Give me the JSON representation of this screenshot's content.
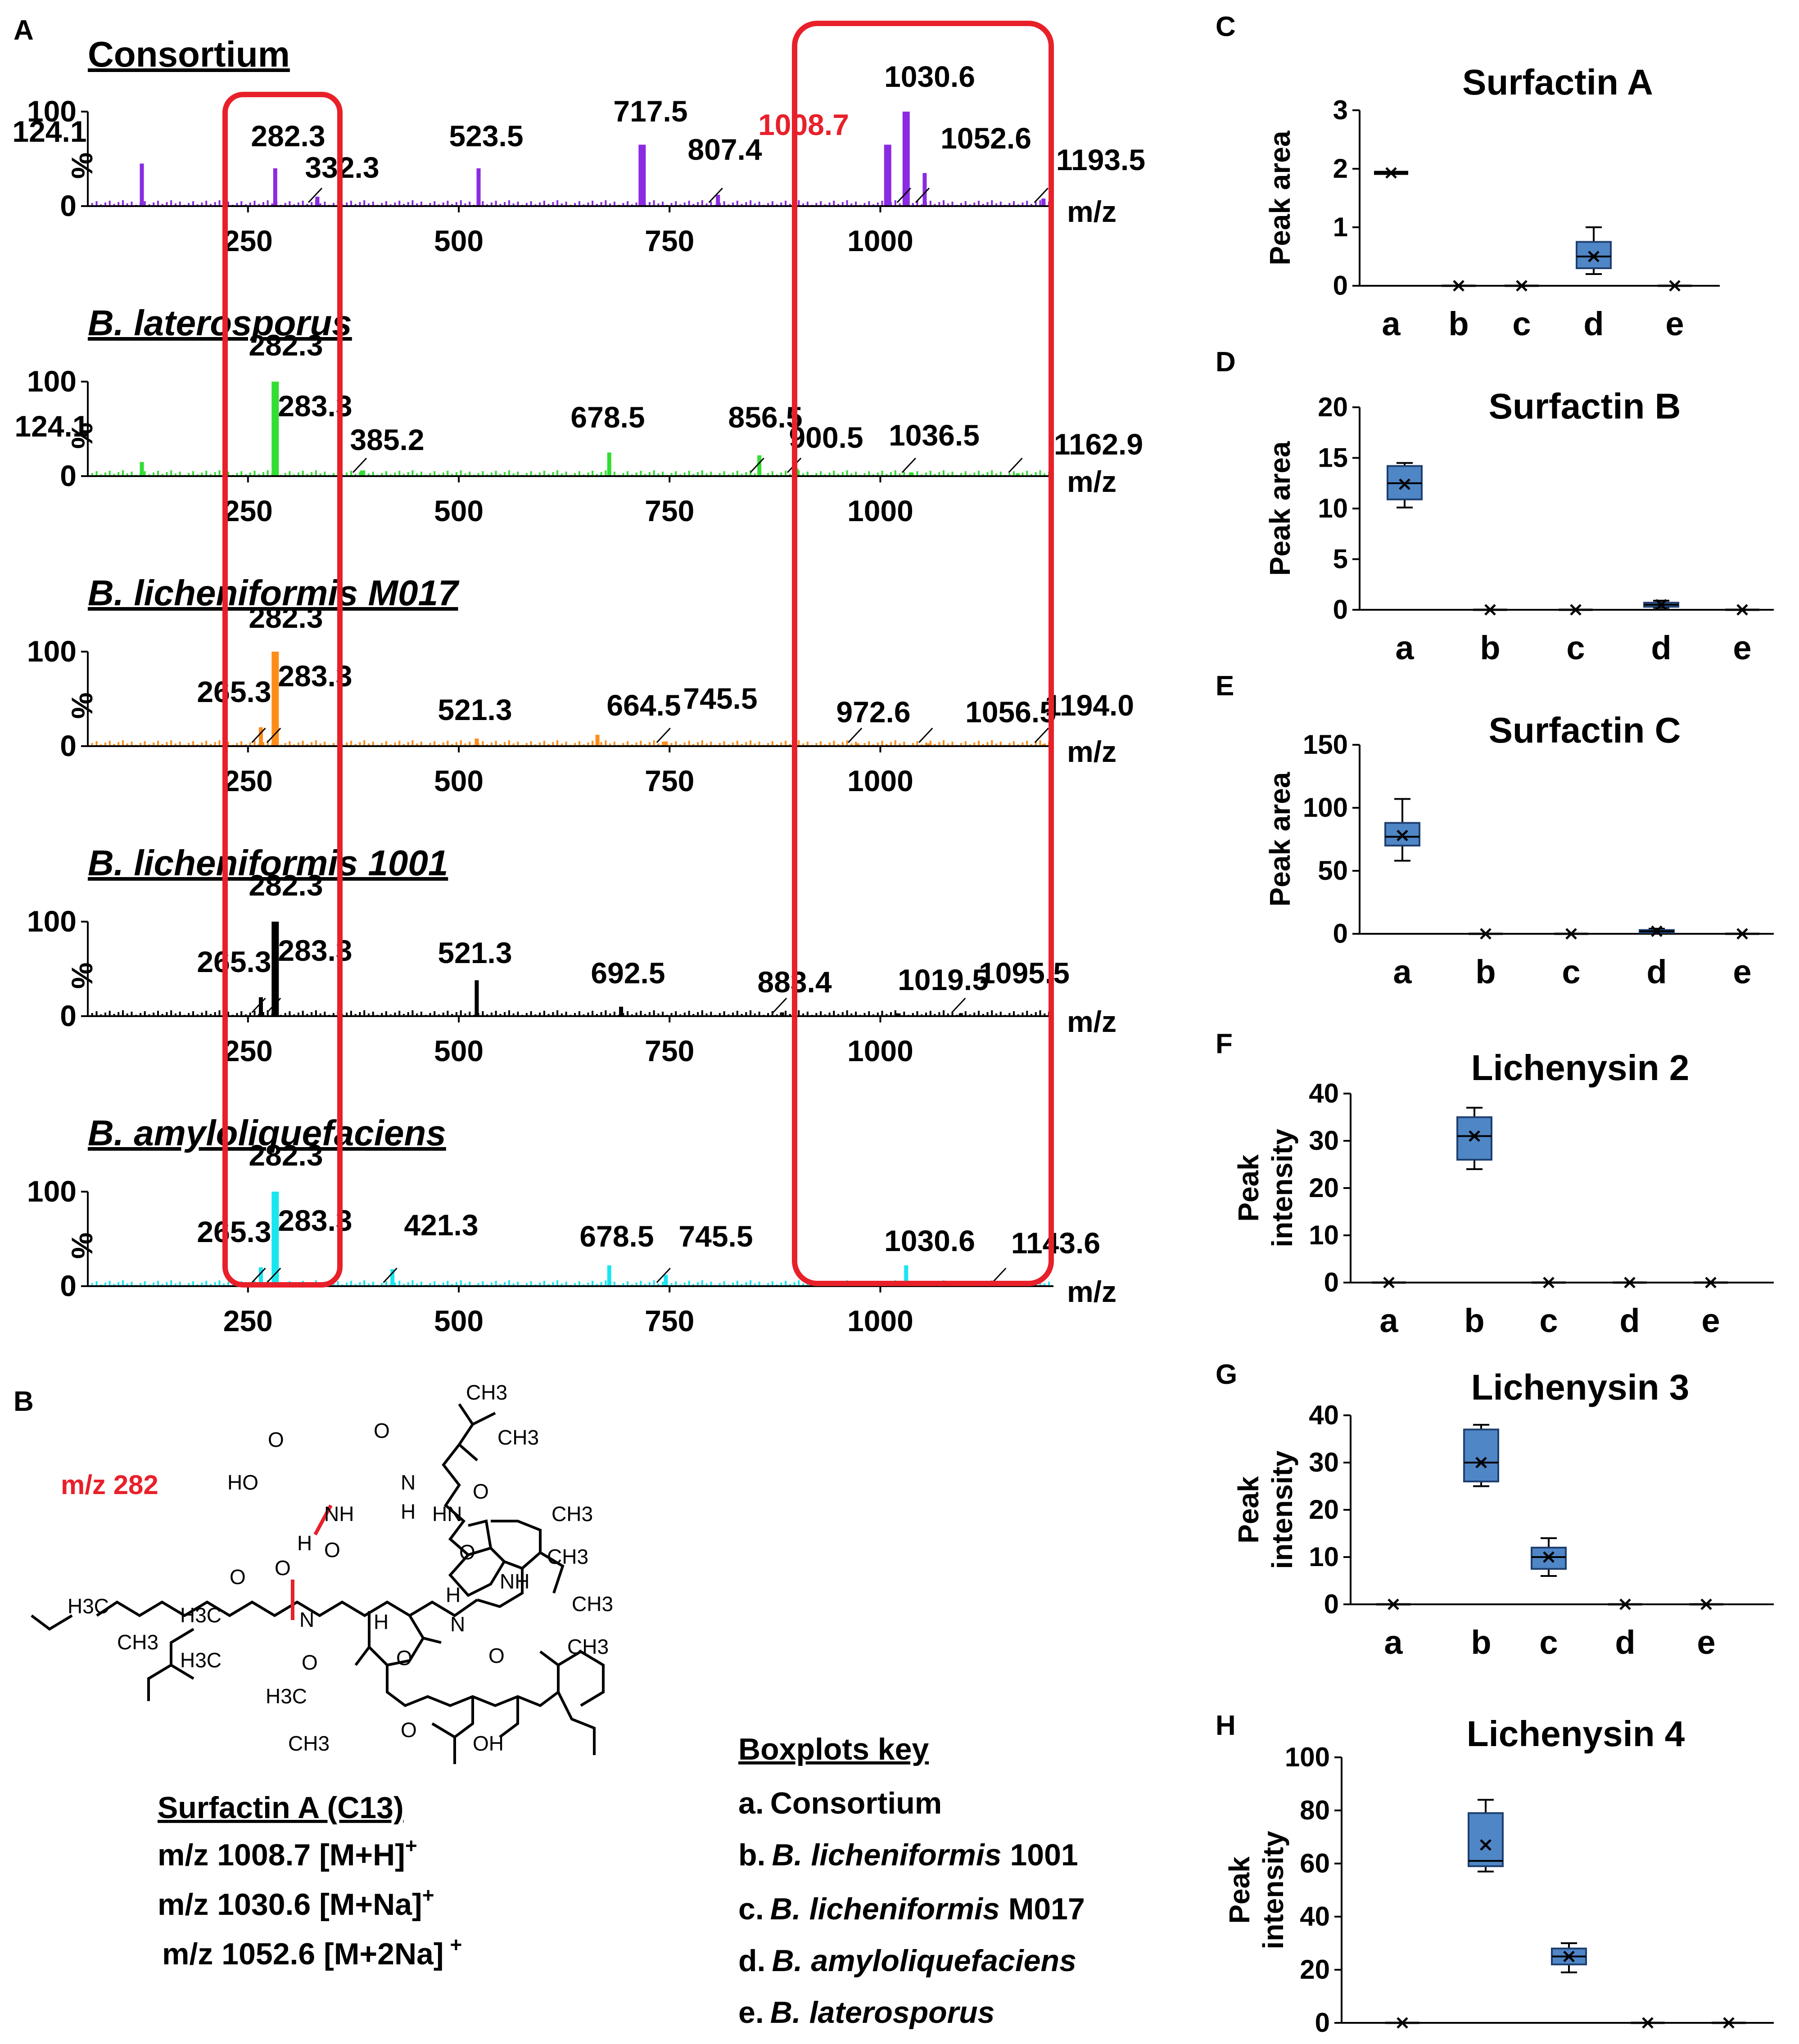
{
  "panel_letters": {
    "a": "A",
    "b": "B",
    "c": "C",
    "d": "D",
    "e": "E",
    "f": "F",
    "g": "G",
    "h": "H"
  },
  "colors": {
    "consortium": "#8a2be2",
    "laterosporus": "#33dd33",
    "m017": "#ff8c1a",
    "b1001": "#000000",
    "amylo": "#19e6f0",
    "highlight_box": "#e8202a",
    "box_fill": "#4f86c6",
    "box_edge": "#1f3f6f",
    "red_label": "#e8202a"
  },
  "chart_data": [
    {
      "type": "bar",
      "id": "consortium",
      "title": "Consortium",
      "xlabel": "m/z",
      "ylabel": "%",
      "xlim": [
        60,
        1200
      ],
      "ylim": [
        0,
        100
      ],
      "xticks": [
        250,
        500,
        750,
        1000
      ],
      "yticks": [
        0,
        100
      ],
      "peaks": [
        [
          124.1,
          45
        ],
        [
          282.3,
          40
        ],
        [
          332.3,
          10
        ],
        [
          523.5,
          40
        ],
        [
          717.5,
          65
        ],
        [
          807.4,
          12
        ],
        [
          1008.7,
          65
        ],
        [
          1030.6,
          100
        ],
        [
          1052.6,
          35
        ],
        [
          1193.5,
          8
        ]
      ],
      "labels": [
        {
          "x": 124.1,
          "text": "124.1"
        },
        {
          "x": 282.3,
          "text": "282.3"
        },
        {
          "x": 332.3,
          "text": "332.3"
        },
        {
          "x": 523.5,
          "text": "523.5"
        },
        {
          "x": 717.5,
          "text": "717.5"
        },
        {
          "x": 807.4,
          "text": "807.4"
        },
        {
          "x": 1008.7,
          "text": "1008.7",
          "color": "red"
        },
        {
          "x": 1030.6,
          "text": "1030.6"
        },
        {
          "x": 1052.6,
          "text": "1052.6"
        },
        {
          "x": 1193.5,
          "text": "1193.5"
        }
      ]
    },
    {
      "type": "bar",
      "id": "laterosporus",
      "title": "B. laterosporus",
      "xlabel": "m/z",
      "ylabel": "%",
      "xlim": [
        60,
        1200
      ],
      "ylim": [
        0,
        100
      ],
      "xticks": [
        250,
        500,
        750,
        1000
      ],
      "yticks": [
        0,
        100
      ],
      "peaks": [
        [
          124.1,
          15
        ],
        [
          282.3,
          100
        ],
        [
          283.3,
          30
        ],
        [
          385.2,
          6
        ],
        [
          678.5,
          25
        ],
        [
          856.5,
          22
        ],
        [
          900.5,
          8
        ],
        [
          1036.5,
          4
        ],
        [
          1162.9,
          3
        ]
      ],
      "labels": [
        {
          "x": 124.1,
          "text": "124.1"
        },
        {
          "x": 282.3,
          "text": "282.3"
        },
        {
          "x": 283.3,
          "text": "283.3"
        },
        {
          "x": 385.2,
          "text": "385.2"
        },
        {
          "x": 678.5,
          "text": "678.5"
        },
        {
          "x": 856.5,
          "text": "856.5"
        },
        {
          "x": 900.5,
          "text": "900.5"
        },
        {
          "x": 1036.5,
          "text": "1036.5"
        },
        {
          "x": 1162.9,
          "text": "1162.9"
        }
      ]
    },
    {
      "type": "bar",
      "id": "m017",
      "title": "B. licheniformis M017",
      "xlabel": "m/z",
      "ylabel": "%",
      "xlim": [
        60,
        1200
      ],
      "ylim": [
        0,
        100
      ],
      "xticks": [
        250,
        500,
        750,
        1000
      ],
      "yticks": [
        0,
        100
      ],
      "peaks": [
        [
          265.3,
          20
        ],
        [
          282.3,
          100
        ],
        [
          283.3,
          30
        ],
        [
          521.3,
          8
        ],
        [
          664.5,
          12
        ],
        [
          745.5,
          5
        ],
        [
          972.6,
          3
        ],
        [
          1056.5,
          3
        ],
        [
          1194.0,
          2
        ]
      ],
      "labels": [
        {
          "x": 265.3,
          "text": "265.3"
        },
        {
          "x": 282.3,
          "text": "282.3"
        },
        {
          "x": 283.3,
          "text": "283.3"
        },
        {
          "x": 521.3,
          "text": "521.3"
        },
        {
          "x": 664.5,
          "text": "664.5"
        },
        {
          "x": 745.5,
          "text": "745.5"
        },
        {
          "x": 972.6,
          "text": "972.6"
        },
        {
          "x": 1056.5,
          "text": "1056.5"
        },
        {
          "x": 1194.0,
          "text": "1194.0"
        }
      ]
    },
    {
      "type": "bar",
      "id": "b1001",
      "title": "B. licheniformis 1001",
      "xlabel": "m/z",
      "ylabel": "%",
      "xlim": [
        60,
        1200
      ],
      "ylim": [
        0,
        100
      ],
      "xticks": [
        250,
        500,
        750,
        1000
      ],
      "yticks": [
        0,
        100
      ],
      "peaks": [
        [
          265.3,
          20
        ],
        [
          282.3,
          100
        ],
        [
          283.3,
          30
        ],
        [
          521.3,
          38
        ],
        [
          692.5,
          10
        ],
        [
          883.4,
          4
        ],
        [
          1019.5,
          3
        ],
        [
          1095.5,
          3
        ]
      ],
      "labels": [
        {
          "x": 265.3,
          "text": "265.3"
        },
        {
          "x": 282.3,
          "text": "282.3"
        },
        {
          "x": 283.3,
          "text": "283.3"
        },
        {
          "x": 521.3,
          "text": "521.3"
        },
        {
          "x": 692.5,
          "text": "692.5"
        },
        {
          "x": 883.4,
          "text": "883.4"
        },
        {
          "x": 1019.5,
          "text": "1019.5"
        },
        {
          "x": 1095.5,
          "text": "1095.5"
        }
      ]
    },
    {
      "type": "bar",
      "id": "amylo",
      "title": "B. amyloliquefaciens",
      "xlabel": "m/z",
      "ylabel": "%",
      "xlim": [
        60,
        1200
      ],
      "ylim": [
        0,
        100
      ],
      "xticks": [
        250,
        500,
        750,
        1000
      ],
      "yticks": [
        0,
        100
      ],
      "peaks": [
        [
          265.3,
          20
        ],
        [
          282.3,
          100
        ],
        [
          283.3,
          25
        ],
        [
          421.3,
          18
        ],
        [
          678.5,
          22
        ],
        [
          745.5,
          12
        ],
        [
          1030.6,
          22
        ],
        [
          1143.6,
          4
        ]
      ],
      "labels": [
        {
          "x": 265.3,
          "text": "265.3"
        },
        {
          "x": 282.3,
          "text": "282.3"
        },
        {
          "x": 283.3,
          "text": "283.3"
        },
        {
          "x": 421.3,
          "text": "421.3"
        },
        {
          "x": 678.5,
          "text": "678.5"
        },
        {
          "x": 745.5,
          "text": "745.5"
        },
        {
          "x": 1030.6,
          "text": "1030.6"
        },
        {
          "x": 1143.6,
          "text": "1143.6"
        }
      ]
    },
    {
      "type": "box",
      "id": "surfactin-a",
      "title": "Surfactin A",
      "ylabel": "Peak area",
      "categories": [
        "a",
        "b",
        "c",
        "d",
        "e"
      ],
      "ylim": [
        0,
        3
      ],
      "yticks": [
        0,
        1,
        2,
        3
      ],
      "boxes": [
        {
          "min": 1.93,
          "q1": 1.93,
          "median": 1.93,
          "q3": 1.93,
          "max": 1.93,
          "mean": 1.93
        },
        {
          "min": 0,
          "q1": 0,
          "median": 0,
          "q3": 0,
          "max": 0,
          "mean": 0
        },
        {
          "min": 0,
          "q1": 0,
          "median": 0,
          "q3": 0,
          "max": 0,
          "mean": 0
        },
        {
          "min": 0.2,
          "q1": 0.3,
          "median": 0.5,
          "q3": 0.75,
          "max": 1.0,
          "mean": 0.5
        },
        {
          "min": 0,
          "q1": 0,
          "median": 0,
          "q3": 0,
          "max": 0,
          "mean": 0
        }
      ]
    },
    {
      "type": "box",
      "id": "surfactin-b",
      "title": "Surfactin B",
      "ylabel": "Peak area",
      "categories": [
        "a",
        "b",
        "c",
        "d",
        "e"
      ],
      "ylim": [
        0,
        20
      ],
      "yticks": [
        0,
        5,
        10,
        15,
        20
      ],
      "boxes": [
        {
          "min": 10.1,
          "q1": 10.9,
          "median": 12.5,
          "q3": 14.2,
          "max": 14.5,
          "mean": 12.4
        },
        {
          "min": 0,
          "q1": 0,
          "median": 0,
          "q3": 0,
          "max": 0,
          "mean": 0
        },
        {
          "min": 0,
          "q1": 0,
          "median": 0,
          "q3": 0,
          "max": 0,
          "mean": 0
        },
        {
          "min": 0.2,
          "q1": 0.3,
          "median": 0.5,
          "q3": 0.7,
          "max": 0.9,
          "mean": 0.5
        },
        {
          "min": 0,
          "q1": 0,
          "median": 0,
          "q3": 0,
          "max": 0,
          "mean": 0
        }
      ]
    },
    {
      "type": "box",
      "id": "surfactin-c",
      "title": "Surfactin C",
      "ylabel": "Peak area",
      "categories": [
        "a",
        "b",
        "c",
        "d",
        "e"
      ],
      "ylim": [
        0,
        150
      ],
      "yticks": [
        0,
        50,
        100,
        150
      ],
      "boxes": [
        {
          "min": 58,
          "q1": 70,
          "median": 77,
          "q3": 88,
          "max": 107,
          "mean": 78
        },
        {
          "min": 0,
          "q1": 0,
          "median": 0,
          "q3": 0,
          "max": 0,
          "mean": 0
        },
        {
          "min": 0,
          "q1": 0,
          "median": 0,
          "q3": 0,
          "max": 0,
          "mean": 0
        },
        {
          "min": 1,
          "q1": 1.5,
          "median": 2,
          "q3": 3,
          "max": 4,
          "mean": 2
        },
        {
          "min": 0,
          "q1": 0,
          "median": 0,
          "q3": 0,
          "max": 0,
          "mean": 0
        }
      ]
    },
    {
      "type": "box",
      "id": "lichenysin-2",
      "title": "Lichenysin 2",
      "ylabel": "Peak intensity",
      "categories": [
        "a",
        "b",
        "c",
        "d",
        "e"
      ],
      "ylim": [
        0,
        40
      ],
      "yticks": [
        0,
        10,
        20,
        30,
        40
      ],
      "boxes": [
        {
          "min": 0,
          "q1": 0,
          "median": 0,
          "q3": 0,
          "max": 0,
          "mean": 0
        },
        {
          "min": 24,
          "q1": 26,
          "median": 31,
          "q3": 35,
          "max": 37,
          "mean": 31
        },
        {
          "min": 0,
          "q1": 0,
          "median": 0,
          "q3": 0,
          "max": 0,
          "mean": 0
        },
        {
          "min": 0,
          "q1": 0,
          "median": 0,
          "q3": 0,
          "max": 0,
          "mean": 0
        },
        {
          "min": 0,
          "q1": 0,
          "median": 0,
          "q3": 0,
          "max": 0,
          "mean": 0
        }
      ]
    },
    {
      "type": "box",
      "id": "lichenysin-3",
      "title": "Lichenysin 3",
      "ylabel": "Peak intensity",
      "categories": [
        "a",
        "b",
        "c",
        "d",
        "e"
      ],
      "ylim": [
        0,
        40
      ],
      "yticks": [
        0,
        10,
        20,
        30,
        40
      ],
      "boxes": [
        {
          "min": 0,
          "q1": 0,
          "median": 0,
          "q3": 0,
          "max": 0,
          "mean": 0
        },
        {
          "min": 25,
          "q1": 26,
          "median": 30,
          "q3": 37,
          "max": 38,
          "mean": 30
        },
        {
          "min": 6,
          "q1": 7.5,
          "median": 10,
          "q3": 12,
          "max": 14,
          "mean": 10
        },
        {
          "min": 0,
          "q1": 0,
          "median": 0,
          "q3": 0,
          "max": 0,
          "mean": 0
        },
        {
          "min": 0,
          "q1": 0,
          "median": 0,
          "q3": 0,
          "max": 0,
          "mean": 0
        }
      ]
    },
    {
      "type": "box",
      "id": "lichenysin-4",
      "title": "Lichenysin  4",
      "ylabel": "Peak intensity",
      "categories": [
        "a",
        "b",
        "c",
        "d",
        "e"
      ],
      "ylim": [
        0,
        100
      ],
      "yticks": [
        0,
        20,
        40,
        60,
        80,
        100
      ],
      "boxes": [
        {
          "min": 0,
          "q1": 0,
          "median": 0,
          "q3": 0,
          "max": 0,
          "mean": 0
        },
        {
          "min": 57,
          "q1": 59,
          "median": 61,
          "q3": 79,
          "max": 84,
          "mean": 67
        },
        {
          "min": 19,
          "q1": 22,
          "median": 25,
          "q3": 28,
          "max": 30,
          "mean": 25
        },
        {
          "min": 0,
          "q1": 0,
          "median": 0,
          "q3": 0,
          "max": 0,
          "mean": 0
        },
        {
          "min": 0,
          "q1": 0,
          "median": 0,
          "q3": 0,
          "max": 0,
          "mean": 0
        }
      ]
    }
  ],
  "structure": {
    "fragment_label": "m/z 282",
    "atom_labels": [
      "CH3",
      "CH3",
      "HO",
      "O",
      "O",
      "O",
      "NH",
      "N",
      "H",
      "HN",
      "O",
      "H",
      "O",
      "O",
      "CH3",
      "CH3",
      "NH",
      "O",
      "H",
      "H3C",
      "CH3",
      "H3C",
      "H3C",
      "N",
      "H",
      "N",
      "CH3",
      "CH3",
      "O",
      "H3C",
      "CH3",
      "O",
      "OH",
      "O",
      "O"
    ],
    "name": "Surfactin A (C13)",
    "ions": [
      "m/z 1008.7 [M+H]",
      "m/z 1030.6 [M+Na]",
      "m/z 1052.6 [M+2Na]"
    ],
    "ion_superscript": "+"
  },
  "key": {
    "title": "Boxplots key",
    "items": [
      {
        "letter": "a.",
        "name": "Consortium",
        "italic": "",
        "rest": ""
      },
      {
        "letter": "b.",
        "name": "",
        "italic": "B. licheniformis",
        "rest": " 1001"
      },
      {
        "letter": "c.",
        "name": "",
        "italic": "B. licheniformis",
        "rest": " M017"
      },
      {
        "letter": "d.",
        "name": "",
        "italic": "B. amyloliquefaciens",
        "rest": ""
      },
      {
        "letter": "e.",
        "name": "",
        "italic": "B. laterosporus",
        "rest": ""
      }
    ]
  }
}
